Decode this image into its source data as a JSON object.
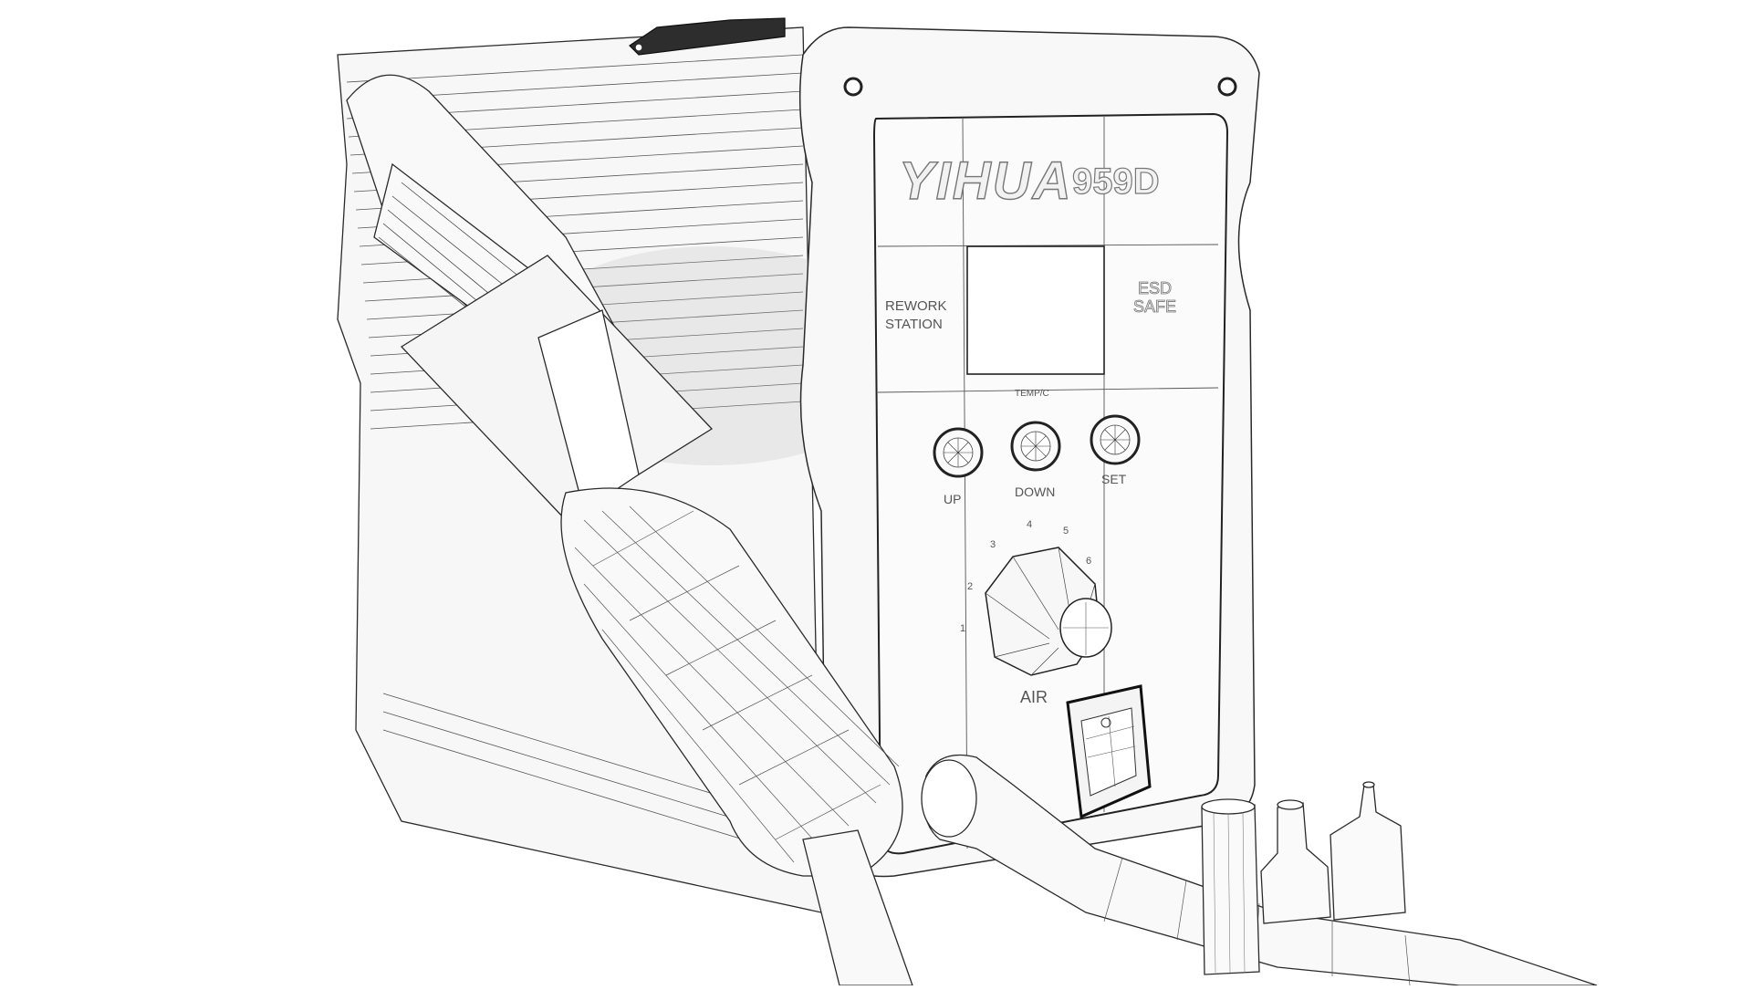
{
  "panel": {
    "brand": "YIHUA",
    "model": "959D",
    "label_left_line1": "REWORK",
    "label_left_line2": "STATION",
    "label_right_line1": "ESD",
    "label_right_line2": "SAFE",
    "temp_label": "TEMP/C",
    "button_up": "UP",
    "button_down": "DOWN",
    "button_set": "SET",
    "air_label": "AIR",
    "air_scale": [
      "1",
      "2",
      "3",
      "4",
      "5",
      "6"
    ]
  },
  "colors": {
    "background": "#ffffff",
    "body": "#f6f6f6",
    "line": "#2a2a2a",
    "shadow": "#d8d8d8"
  }
}
